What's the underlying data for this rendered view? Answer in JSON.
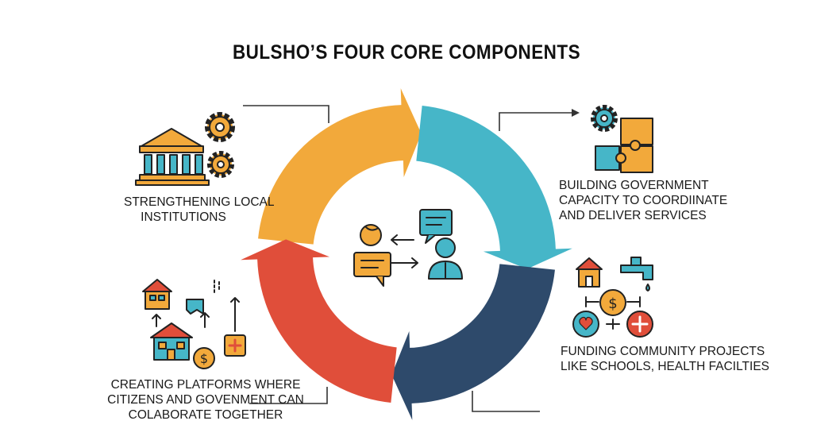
{
  "title": "BULSHO’S FOUR CORE COMPONENTS",
  "components": [
    {
      "label_lines": [
        "STRENGTHENING LOCAL",
        "INSTITUTIONS"
      ],
      "color": "#F2A93B",
      "icon": "institution-gears-icon"
    },
    {
      "label_lines": [
        "BUILDING GOVERNMENT",
        "CAPACITY TO COORDIINATE",
        "AND DELIVER SERVICES"
      ],
      "color": "#46B6C8",
      "icon": "puzzle-gear-icon"
    },
    {
      "label_lines": [
        "FUNDING COMMUNITY PROJECTS",
        "LIKE SCHOOLS, HEALTH FACILTIES"
      ],
      "color": "#2E4A6B",
      "icon": "community-funding-icon"
    },
    {
      "label_lines": [
        "CREATING PLATFORMS WHERE",
        "CITIZENS AND GOVENMENT CAN",
        "COLABORATE TOGETHER"
      ],
      "color": "#E04E3A",
      "icon": "collaboration-platform-icon"
    }
  ],
  "center_icon": "citizen-government-dialogue-icon"
}
